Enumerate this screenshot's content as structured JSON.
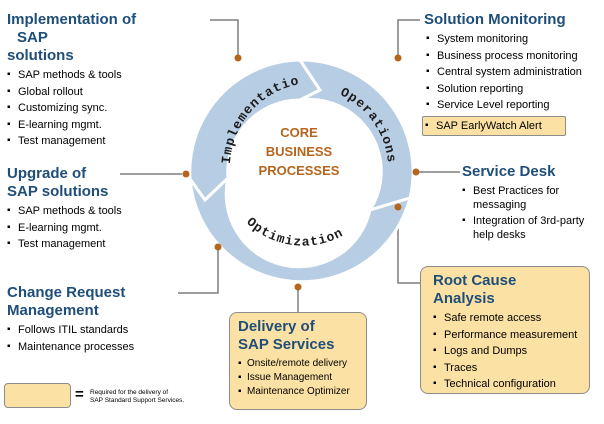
{
  "colors": {
    "heading": "#1f4e79",
    "ring": "#b7cde4",
    "connector": "#7f7f7f",
    "connector_dot": "#b5651d",
    "highlight_box": "#fbe2a4"
  },
  "core": {
    "line1": "CORE",
    "line2": "BUSINESS",
    "line3": "PROCESSES"
  },
  "ring_labels": {
    "implementation": "Implementation",
    "operations": "Operations",
    "optimization": "Optimization"
  },
  "implementation": {
    "title_line1": "Implementation of",
    "title_line2": "SAP",
    "title_line3": "solutions",
    "items": [
      "SAP methods & tools",
      "Global rollout",
      "Customizing sync.",
      "E-learning mgmt.",
      "Test management"
    ]
  },
  "upgrade": {
    "title_line1": "Upgrade of",
    "title_line2": "SAP solutions",
    "items": [
      "SAP methods & tools",
      "E-learning mgmt.",
      "Test management"
    ]
  },
  "change_request": {
    "title_line1": "Change Request",
    "title_line2": "Management",
    "items": [
      "Follows ITIL standards",
      "Maintenance processes"
    ]
  },
  "solution_monitoring": {
    "title": "Solution Monitoring",
    "items": [
      "System monitoring",
      "Business process monitoring",
      "Central system administration",
      "Solution reporting",
      "Service Level reporting"
    ],
    "highlight": "SAP EarlyWatch Alert"
  },
  "service_desk": {
    "title": "Service Desk",
    "item1_line1": "Best Practices for",
    "item1_line2": "messaging",
    "item2_line1": "Integration of 3rd-party",
    "item2_line2": "help desks"
  },
  "root_cause": {
    "title_line1": "Root Cause",
    "title_line2": "Analysis",
    "items": [
      "Safe remote access",
      "Performance measurement",
      "Logs and Dumps",
      "Traces",
      "Technical configuration"
    ]
  },
  "delivery": {
    "title_line1": "Delivery of",
    "title_line2": "SAP Services",
    "items": [
      "Onsite/remote delivery",
      "Issue Management",
      "Maintenance Optimizer"
    ]
  },
  "legend": {
    "symbol": "=",
    "line1": "Required for the delivery of",
    "line2": "SAP Standard Support Services."
  }
}
